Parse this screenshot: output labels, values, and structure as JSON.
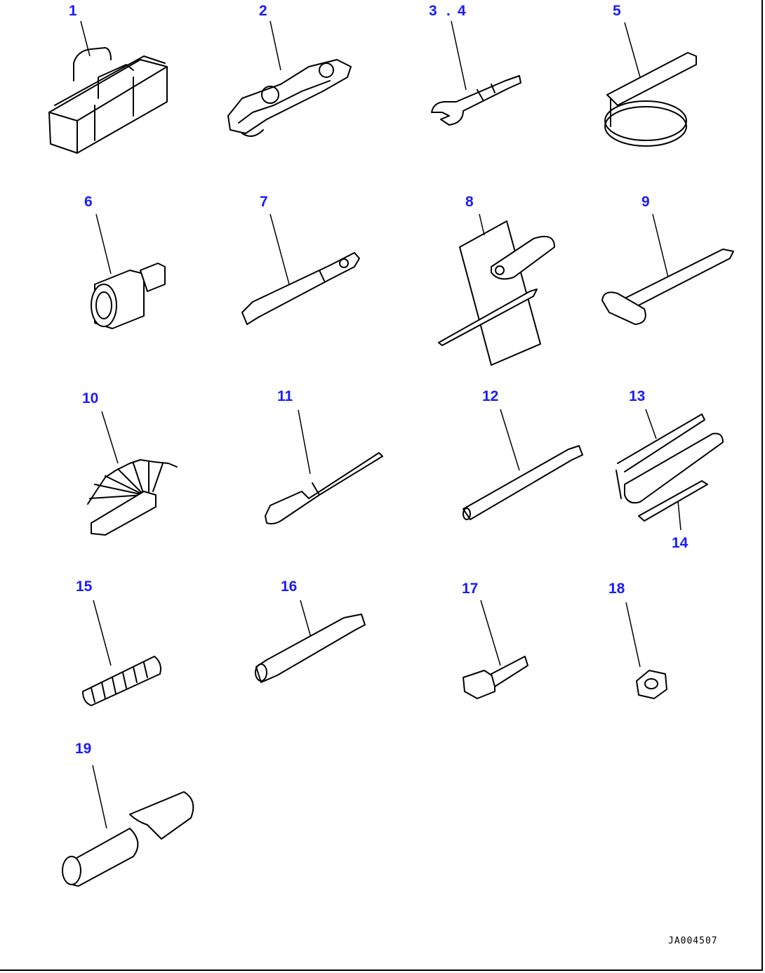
{
  "callouts": {
    "c1": "1",
    "c2": "2",
    "c3": "3",
    "c3sep": ".",
    "c4": "4",
    "c5": "5",
    "c6": "6",
    "c7": "7",
    "c8": "8",
    "c9": "9",
    "c10": "10",
    "c11": "11",
    "c12": "12",
    "c13": "13",
    "c14": "14",
    "c15": "15",
    "c16": "16",
    "c17": "17",
    "c18": "18",
    "c19": "19"
  },
  "drawing_code": "JA004507",
  "colors": {
    "callout": "#1a1aff",
    "line": "#000000",
    "background": "#ffffff"
  },
  "icons": [
    "tool-bag-icon",
    "wrench-set-icon",
    "open-end-wrench-icon",
    "filter-wrench-icon",
    "socket-icon",
    "socket-wrench-icon",
    "screwdriver-icon",
    "hammer-icon",
    "feeler-gauge-icon",
    "pry-bar-icon",
    "extension-bar-icon",
    "grease-gun-icon",
    "grease-nozzle-icon",
    "spring-icon",
    "box-wrench-icon",
    "bolt-icon",
    "nut-icon",
    "pipe-icon"
  ]
}
